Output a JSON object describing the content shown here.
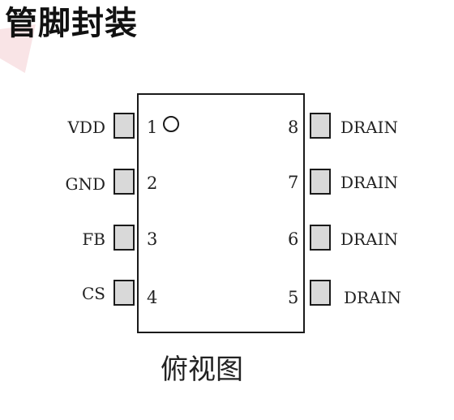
{
  "title": "管脚封装",
  "caption": "俯视图",
  "left_pins": [
    {
      "label": "VDD",
      "number": "1"
    },
    {
      "label": "GND",
      "number": "2"
    },
    {
      "label": "FB",
      "number": "3"
    },
    {
      "label": "CS",
      "number": "4"
    }
  ],
  "right_pins": [
    {
      "label": "DRAIN",
      "number": "8"
    },
    {
      "label": "DRAIN",
      "number": "7"
    },
    {
      "label": "DRAIN",
      "number": "6"
    },
    {
      "label": "DRAIN",
      "number": "5"
    }
  ]
}
